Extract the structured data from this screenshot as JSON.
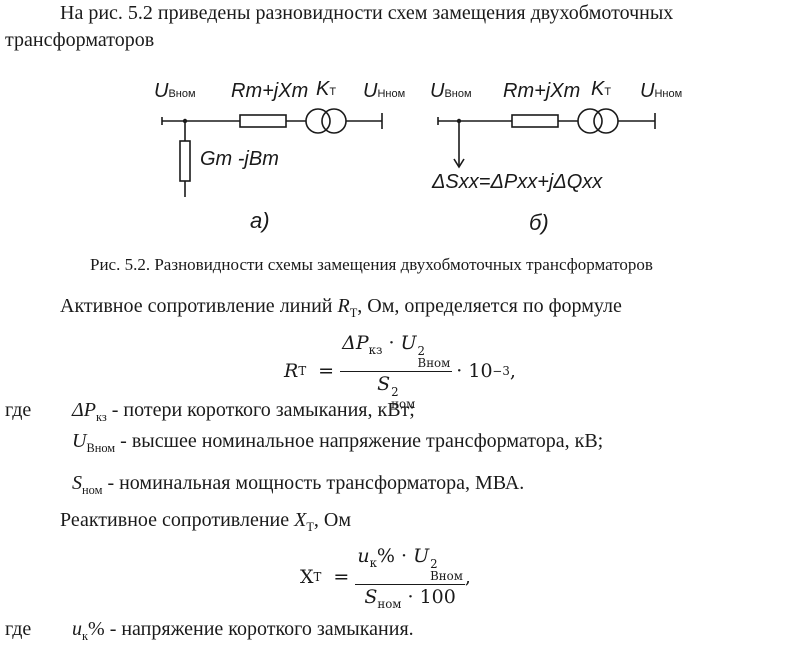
{
  "intro": {
    "line1": "На рис. 5.2 приведены разновидности схем замещения двухобмоточных",
    "line2": "трансформаторов"
  },
  "diagram_a": {
    "u_high": "U",
    "u_high_sub": "Вном",
    "impedance": "Rт+jXт",
    "transformer": "K",
    "transformer_sub": "Т",
    "u_low": "U",
    "u_low_sub": "Нном",
    "shunt": "Gт -jBт",
    "label": "а)"
  },
  "diagram_b": {
    "u_high": "U",
    "u_high_sub": "Вном",
    "impedance": "Rт+jXт",
    "transformer": "K",
    "transformer_sub": "Т",
    "u_low": "U",
    "u_low_sub": "Нном",
    "losses": "ΔSхх=ΔPхх+jΔQхх",
    "label": "б)"
  },
  "figure_caption": "Рис. 5.2. Разновидности схемы замещения двухобмоточных трансформаторов",
  "para_r": {
    "text_before": "Активное сопротивление линий ",
    "symbol": "R",
    "symbol_sub": "Т",
    "text_after": ", Ом, определяется по формуле"
  },
  "formula_r": {
    "lhs": "R",
    "lhs_sub": "Т",
    "eq": "=",
    "num_delta": "ΔP",
    "num_delta_sub": "кз",
    "num_dot": "·",
    "num_u": "U",
    "num_u_sup": "2",
    "num_u_sub": "Вном",
    "den_s": "S",
    "den_s_sup": "2",
    "den_s_sub": "ном",
    "tail": "· 10",
    "tail_exp": "−3",
    "tail_comma": ","
  },
  "where1": {
    "gde": "где",
    "items": [
      {
        "sym": "ΔP",
        "sub": "кз",
        "text": " - потери короткого замыкания, кВт;"
      },
      {
        "sym": "U",
        "sub": "Вном",
        "text": " - высшее номинальное напряжение трансформатора, кВ;"
      },
      {
        "sym": "S",
        "sub": "ном",
        "text": " - номинальная мощность трансформатора, МВА."
      }
    ]
  },
  "para_x": {
    "text_before": "Реактивное сопротивление ",
    "symbol": "X",
    "symbol_sub": "Т",
    "text_after": ", Ом"
  },
  "formula_x": {
    "lhs": "X",
    "lhs_sub": "Т",
    "eq": "=",
    "num_u": "u",
    "num_u_sub": "к",
    "num_pct": "% ·",
    "num_U": "U",
    "num_U_sup": "2",
    "num_U_sub": "Вном",
    "den_s": "S",
    "den_s_sub": "ном",
    "den_tail": "· 100",
    "tail_comma": ","
  },
  "where2": {
    "gde": "где",
    "sym": "u",
    "sub": "к",
    "text": "% - напряжение короткого замыкания."
  }
}
